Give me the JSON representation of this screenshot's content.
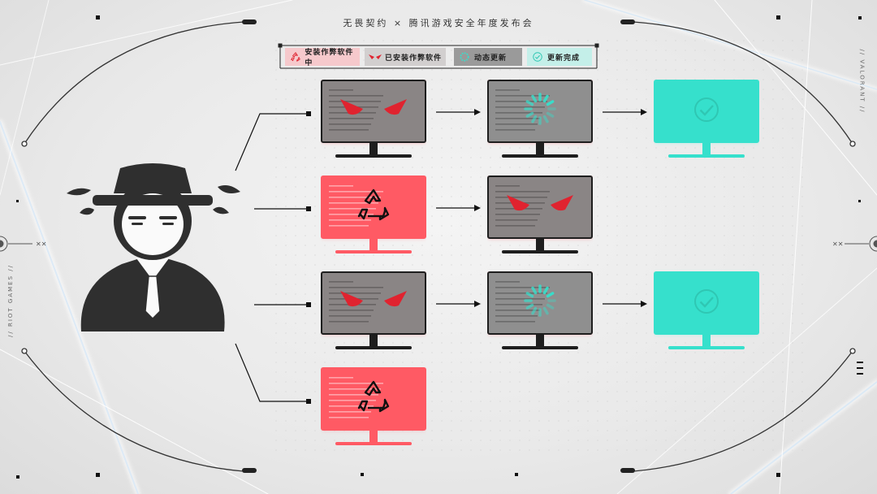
{
  "title": "无畏契约 × 腾讯游戏安全年度发布会",
  "side_left": "// RIOT GAMES //",
  "side_right": "// VALORANT //",
  "legend": [
    {
      "label": "安装作弊软件中",
      "icon": "recycle-icon",
      "bg": "#f6c9cc"
    },
    {
      "label": "已安装作弊软件",
      "icon": "red-eyes-icon",
      "bg": "#d2cfcf"
    },
    {
      "label": "动态更新",
      "icon": "spinner-icon",
      "bg": "#9a9a9a"
    },
    {
      "label": "更新完成",
      "icon": "check-icon",
      "bg": "#c4efe9"
    }
  ],
  "colors": {
    "installing": "#ff5a64",
    "installed_screen": "#8a8585",
    "updating_screen": "#8f8f8f",
    "done": "#36e0cc",
    "eyes": "#e0232f",
    "ink": "#2a2a2a",
    "teal": "#2fc7b3"
  },
  "flows": [
    [
      "installed",
      "updating",
      "done"
    ],
    [
      "installing",
      "installed"
    ],
    [
      "installed",
      "updating",
      "done"
    ],
    [
      "installing"
    ]
  ]
}
